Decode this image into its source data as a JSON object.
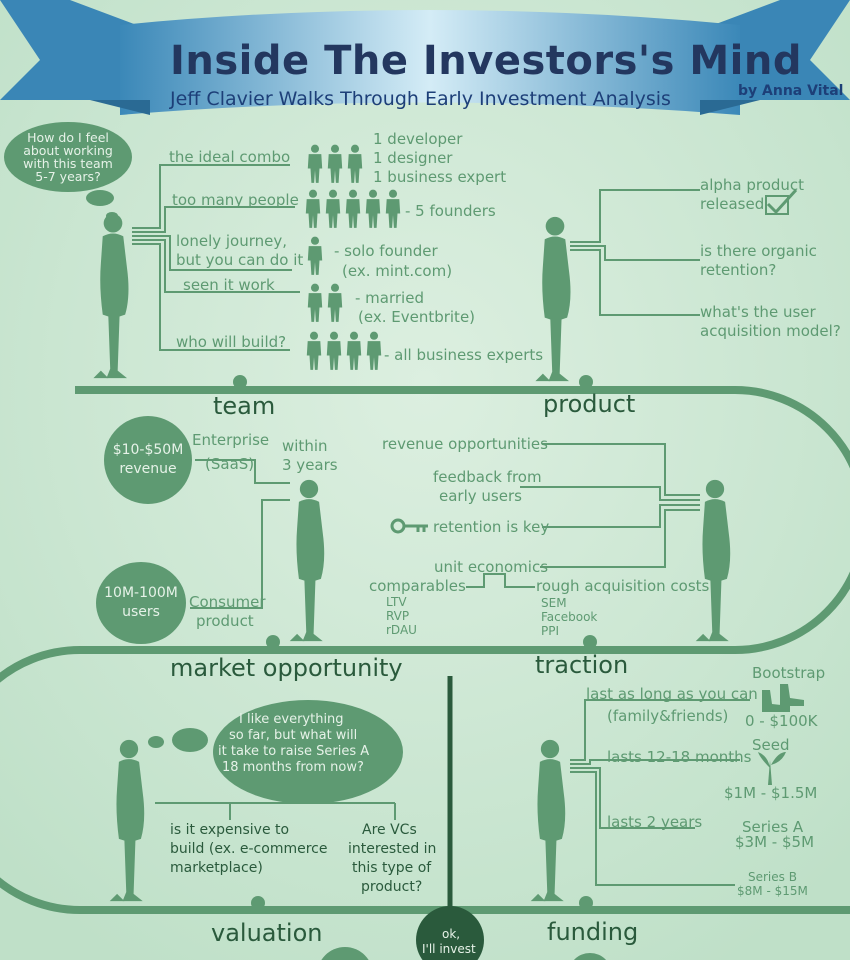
{
  "header": {
    "title": "Inside The Investors's Mind",
    "subtitle": "Jeff Clavier Walks Through Early Investment Analysis",
    "byline": "by Anna Vital"
  },
  "team": {
    "label": "team",
    "thought": "How do I feel about working with this team 5-7 years?",
    "ideal_combo": "the ideal combo",
    "ideal_desc": [
      "1 developer",
      "1 designer",
      "1 business expert"
    ],
    "too_many": "too many people",
    "too_many_desc": "- 5 founders",
    "lonely_1": "lonely journey,",
    "lonely_2": "but you can  do it",
    "lonely_desc_1": "- solo founder",
    "lonely_desc_2": "(ex. mint.com)",
    "seen_it": "seen it work",
    "seen_desc_1": "- married",
    "seen_desc_2": "(ex. Eventbrite)",
    "who_build": "who will build?",
    "who_desc": "- all business experts"
  },
  "product": {
    "label": "product",
    "alpha_1": "alpha product",
    "alpha_2": "released",
    "organic_1": "is there organic",
    "organic_2": "retention?",
    "acq_1": "what's the user",
    "acq_2": "acquisition model?"
  },
  "market": {
    "label": "market opportunity",
    "bubble1_1": "$10-$50M",
    "bubble1_2": "revenue",
    "enterprise": "Enterprise",
    "saas": "(SaaS)",
    "within_1": "within",
    "within_2": "3 years",
    "bubble2_1": "10M-100M",
    "bubble2_2": "users",
    "consumer": "Consumer",
    "product": "product"
  },
  "traction": {
    "label": "traction",
    "revenue_opp": "revenue opportunities",
    "feedback_1": "feedback from",
    "feedback_2": "early users",
    "retention": "retention is key",
    "unit_econ": "unit economics",
    "comparables": "comparables",
    "comp_items": [
      "LTV",
      "RVP",
      "rDAU"
    ],
    "rough": "rough acquisition costs",
    "rough_items": [
      "SEM",
      "Facebook",
      "PPI"
    ]
  },
  "valuation": {
    "label": "valuation",
    "thought": [
      "I like everything",
      "so far, but what will",
      "it take to raise Series A",
      "18 months from now?"
    ],
    "expensive": [
      "is it expensive to",
      "build (ex. e-commerce",
      "marketplace)"
    ],
    "vcs": [
      "Are VCs",
      "interested in",
      "this type of",
      "product?"
    ],
    "invest_1": "ok,",
    "invest_2": "I'll invest"
  },
  "funding": {
    "label": "funding",
    "last_long": "last as long as you can",
    "family": "(family&friends)",
    "bootstrap": "Bootstrap",
    "bootstrap_amt": "0 - $100K",
    "lasts_12": "lasts 12-18 months",
    "seed": "Seed",
    "seed_amt": "$1M - $1.5M",
    "lasts_2": "lasts 2 years",
    "series_a": "Series A",
    "series_a_amt": "$3M - $5M",
    "series_b": "Series B",
    "series_b_amt": "$8M - $15M"
  },
  "colors": {
    "background": "#c4e3cc",
    "accent": "#5e9a72",
    "title": "#23375f",
    "ribbon": "#4a93be"
  }
}
